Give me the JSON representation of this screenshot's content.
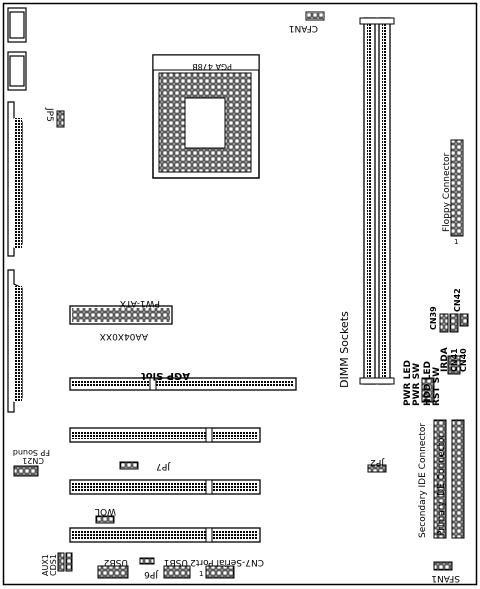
{
  "labels": {
    "cfan1": "CFAN1",
    "socket": "PGA 478B",
    "jp5": "JP5",
    "floppy": "Floppy Connector",
    "pw1": "PW1-ATX",
    "aa04": "AA04X0XX",
    "agp": "AGP Slot",
    "dimm": "DIMM Sockets",
    "cn42": "CN42",
    "cn39": "CN39",
    "cn41": "CN41",
    "cn40": "CN40",
    "irda": "IRDA",
    "rst_sw": "RST SW",
    "hdd_led": "HDD LED",
    "pwr_sw": "PWR SW",
    "pwr_led": "PWR LED",
    "secondary_ide": "Secondary IDE Connector",
    "primary_ide": "Primary IDE Connector",
    "jp2": "JP2",
    "jp7": "JP7",
    "wol": "WOL",
    "cn21": "CN21",
    "fp_sound": "FP Sound",
    "aux1": "AUX1",
    "cds1": "CDS1",
    "jp6": "JP6",
    "usb2": "USB2",
    "usb1": "USB1",
    "cn7": "CN7-Serial Port2",
    "sfan1": "SFAN1",
    "pin_one": "1"
  }
}
